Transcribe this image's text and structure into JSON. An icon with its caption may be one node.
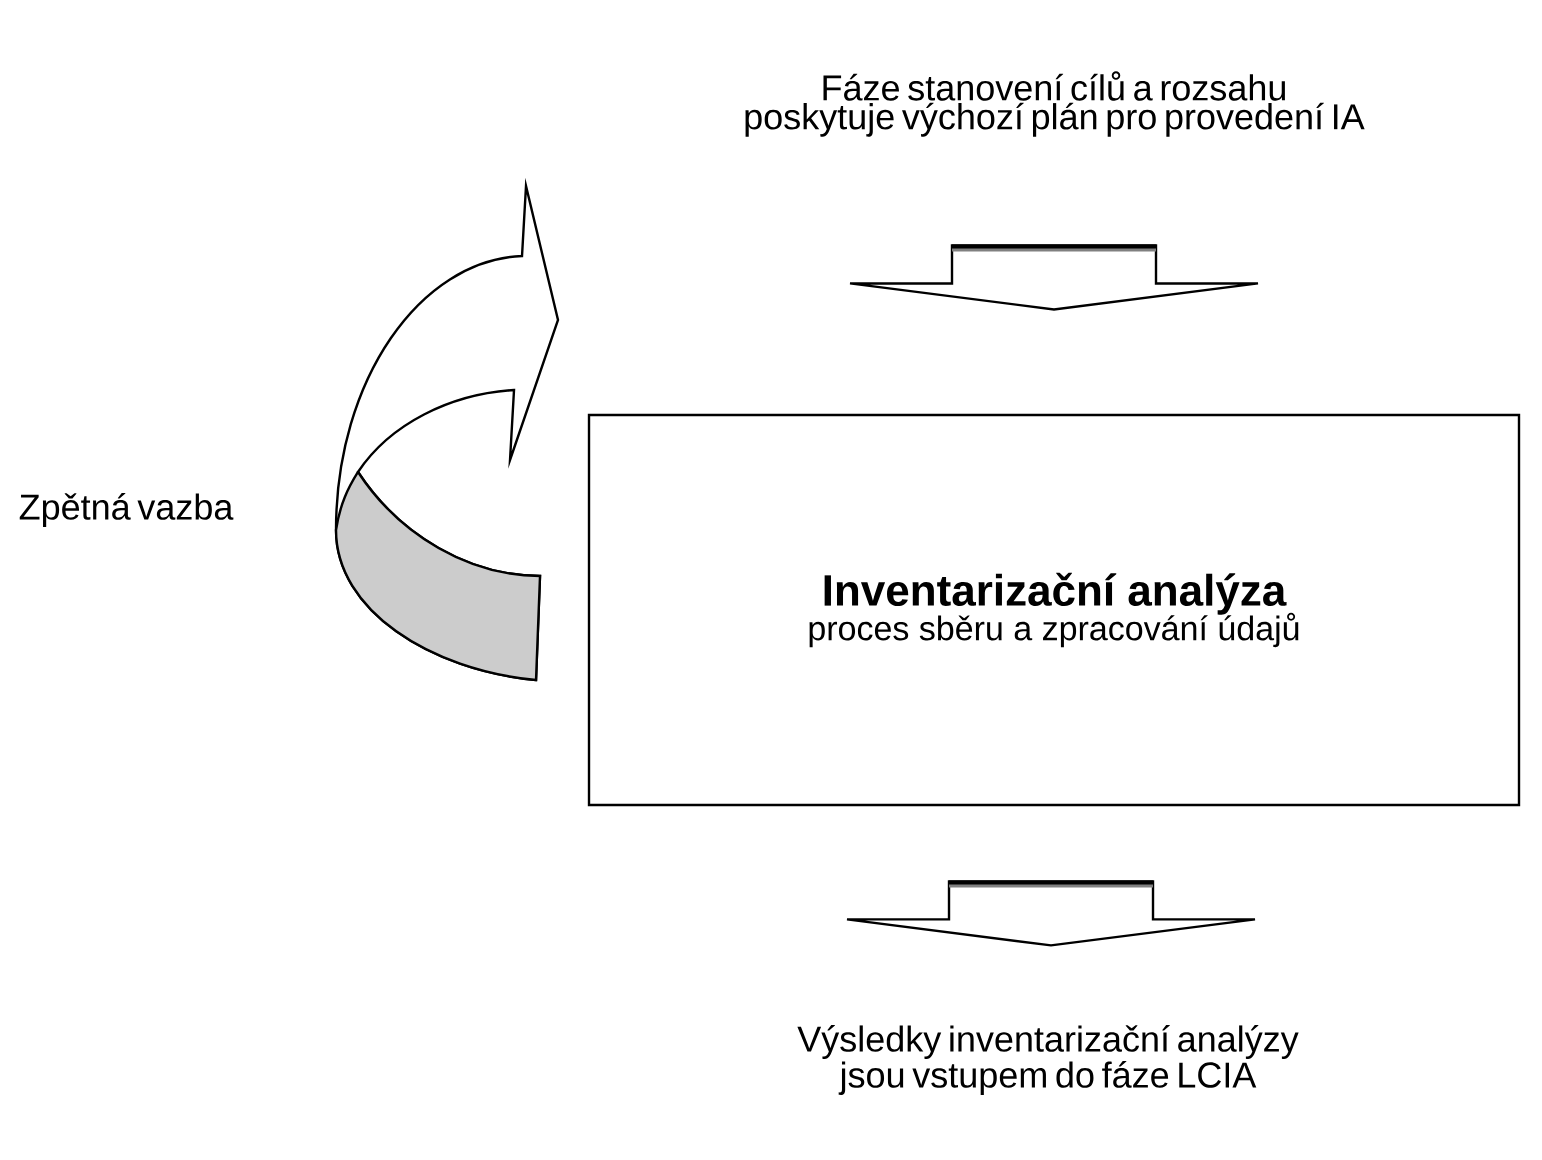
{
  "diagram": {
    "nodes": [
      {
        "text": [
          "Fáze stanovení cílů a rozsahu poskytuje výchozí plán pro provedení IA"
        ]
      },
      {
        "text": [
          "Inventarizační analýza",
          "proces sběru a zpracování údajů"
        ]
      },
      {
        "text": [
          "Výsledky inventarizační analýzy jsou vstupem do fáze LCIA"
        ]
      },
      {
        "text": [
          "Zpětná vazba"
        ]
      }
    ],
    "edges": [
      {
        "from": 0,
        "to": 1,
        "arrow": "to"
      },
      {
        "from": 1,
        "to": 2,
        "arrow": "to"
      }
    ]
  }
}
